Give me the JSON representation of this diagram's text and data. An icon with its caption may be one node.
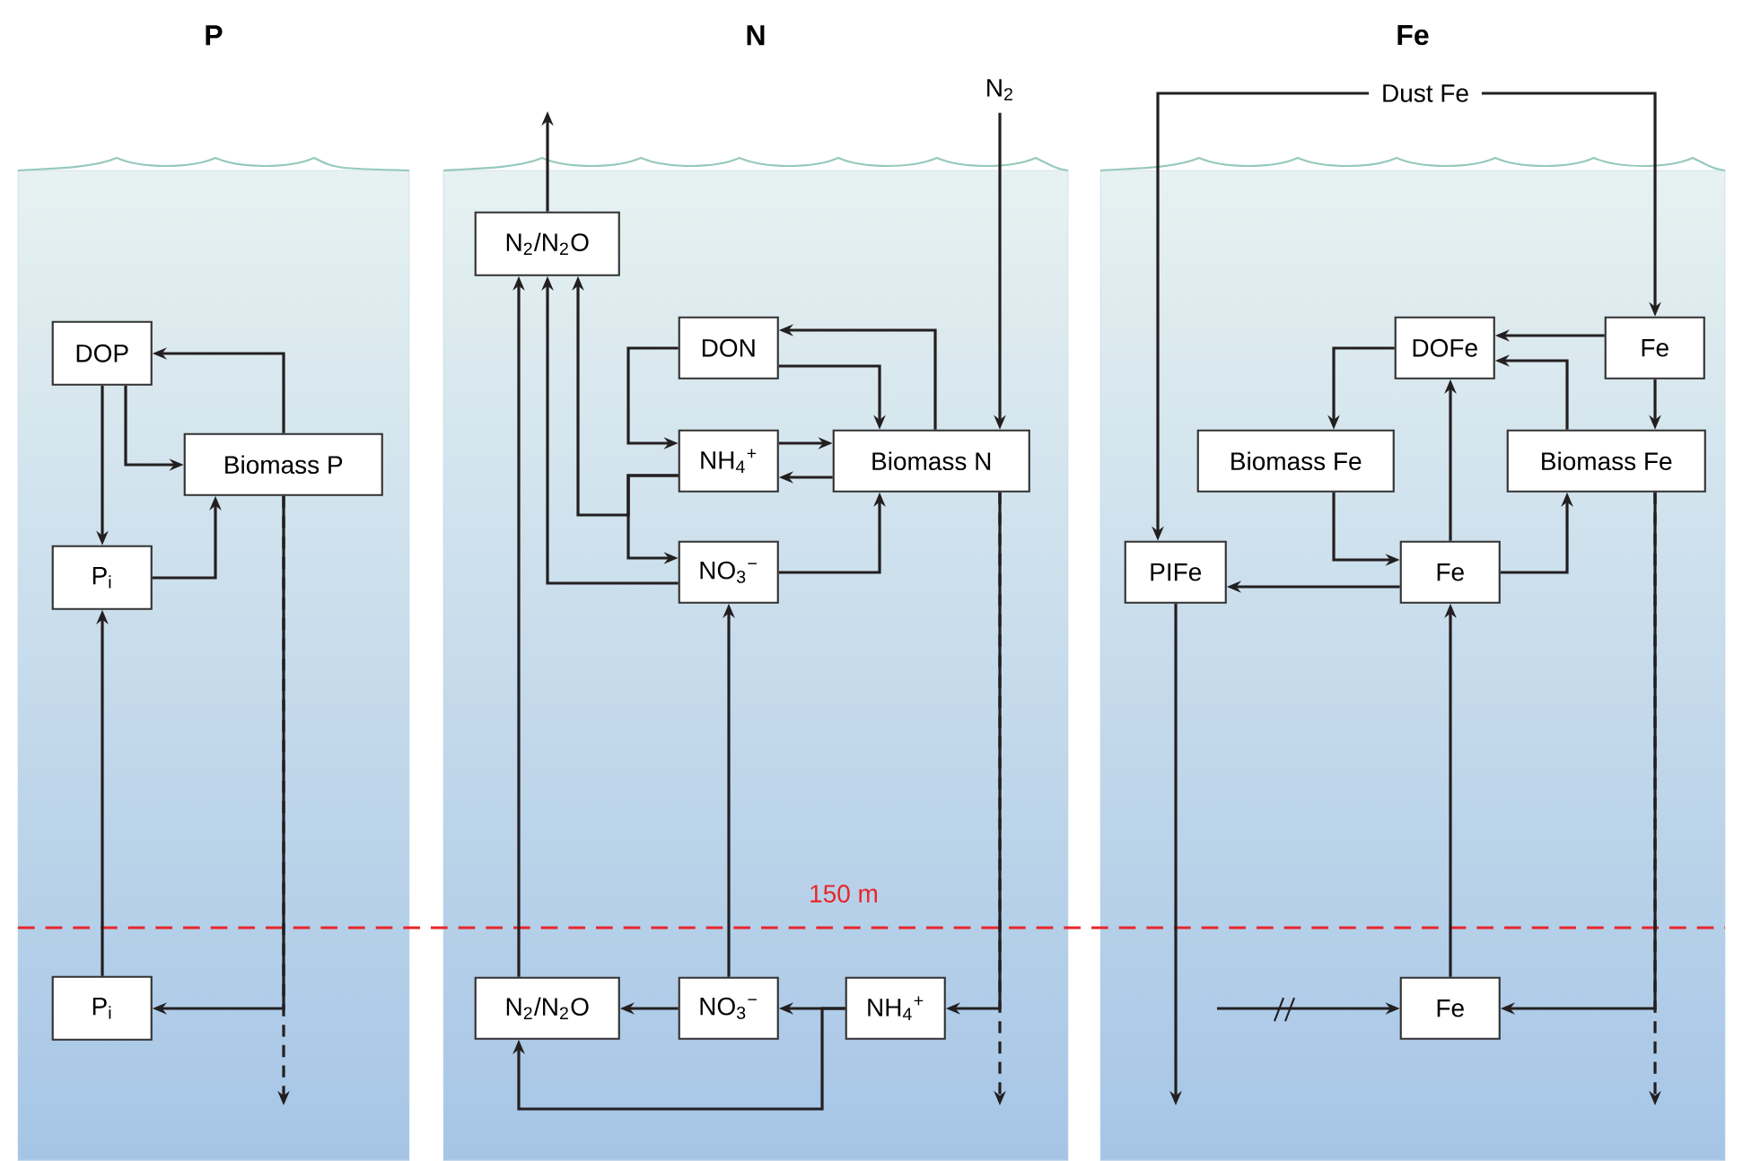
{
  "diagram": {
    "nodes": [
      {
        "text": [
          "P"
        ]
      },
      {
        "text": [
          "DOP"
        ],
        "in": 0
      },
      {
        "text": [
          "Biomass P"
        ],
        "in": 0
      },
      {
        "text": [
          "P$_{i}$"
        ],
        "in": 0
      },
      {
        "text": [
          "P$_{i}$"
        ],
        "in": 0
      },
      {
        "text": [
          "N"
        ]
      },
      {
        "text": [
          "N$_{2}$"
        ]
      },
      {
        "text": [
          "N$_{2}$/N$_{2}$O"
        ],
        "in": 5
      },
      {
        "text": [
          "DON"
        ],
        "in": 5
      },
      {
        "text": [
          "NH$_{4}$$^{+}$"
        ],
        "in": 5
      },
      {
        "text": [
          "Biomass N"
        ],
        "in": 5
      },
      {
        "text": [
          "NO$_{3}$$^{−}$"
        ],
        "in": 5
      },
      {
        "text": [
          "N$_{2}$/N$_{2}$O"
        ],
        "in": 5
      },
      {
        "text": [
          "NO$_{3}$$^{−}$"
        ],
        "in": 5
      },
      {
        "text": [
          "NH$_{4}$$^{+}$"
        ],
        "in": 5
      },
      {
        "text": [
          "Fe"
        ]
      },
      {
        "text": [
          "Dust Fe"
        ]
      },
      {
        "text": [
          "DOFe"
        ],
        "in": 15
      },
      {
        "text": [
          "Fe"
        ],
        "in": 15
      },
      {
        "text": [
          "Biomass Fe"
        ],
        "in": 15
      },
      {
        "text": [
          "Biomass Fe"
        ],
        "in": 15
      },
      {
        "text": [
          "PIFe"
        ],
        "in": 15
      },
      {
        "text": [
          "Fe"
        ],
        "in": 15
      },
      {
        "text": [
          "Fe"
        ],
        "in": 15
      }
    ],
    "edges": [
      {
        "from": 2,
        "to": 1,
        "arrow": "to"
      },
      {
        "from": 1,
        "to": 3,
        "arrow": "to"
      },
      {
        "from": 1,
        "to": 2,
        "arrow": "to"
      },
      {
        "from": 3,
        "to": 2,
        "arrow": "to"
      },
      {
        "from": 4,
        "to": 3,
        "arrow": "to"
      },
      {
        "from": 2,
        "to": 4,
        "arrow": "to"
      },
      {
        "from": 2,
        "to": null,
        "arrow": "to",
        "style": "dashed"
      },
      {
        "from": 7,
        "to": null,
        "arrow": "to"
      },
      {
        "from": 6,
        "to": 10,
        "arrow": "to"
      },
      {
        "from": 10,
        "to": 8,
        "arrow": "to"
      },
      {
        "from": 8,
        "to": 10,
        "arrow": "to"
      },
      {
        "from": 8,
        "to": 9,
        "arrow": "to"
      },
      {
        "from": 9,
        "to": 10,
        "arrow": "to"
      },
      {
        "from": 10,
        "to": 9,
        "arrow": "to"
      },
      {
        "from": 9,
        "to": 11,
        "arrow": "to"
      },
      {
        "from": 9,
        "to": 7,
        "arrow": "to"
      },
      {
        "from": 11,
        "to": 7,
        "arrow": "to"
      },
      {
        "from": 11,
        "to": 10,
        "arrow": "to"
      },
      {
        "from": 12,
        "to": 7,
        "arrow": "to"
      },
      {
        "from": 13,
        "to": 11,
        "arrow": "to"
      },
      {
        "from": 10,
        "to": 14,
        "arrow": "to"
      },
      {
        "from": 10,
        "to": null,
        "arrow": "to",
        "style": "dashed"
      },
      {
        "from": 14,
        "to": 13,
        "arrow": "to"
      },
      {
        "from": 13,
        "to": 12,
        "arrow": "to"
      },
      {
        "from": 14,
        "to": 12,
        "arrow": "to"
      },
      {
        "from": 16,
        "to": 21,
        "arrow": "to"
      },
      {
        "from": 16,
        "to": 18,
        "arrow": "to"
      },
      {
        "from": 18,
        "to": 17,
        "arrow": "to"
      },
      {
        "from": 18,
        "to": 20,
        "arrow": "to"
      },
      {
        "from": 20,
        "to": 17,
        "arrow": "to"
      },
      {
        "from": 17,
        "to": 19,
        "arrow": "to"
      },
      {
        "from": 19,
        "to": 22,
        "arrow": "to"
      },
      {
        "from": 22,
        "to": 17,
        "arrow": "to"
      },
      {
        "from": 22,
        "to": 20,
        "arrow": "to"
      },
      {
        "from": 22,
        "to": 21,
        "arrow": "to"
      },
      {
        "from": 21,
        "to": null,
        "arrow": "to"
      },
      {
        "from": 23,
        "to": 22,
        "arrow": "to"
      },
      {
        "from": 20,
        "to": 23,
        "arrow": "to"
      },
      {
        "from": 20,
        "to": null,
        "arrow": "to",
        "style": "dashed"
      },
      {
        "from": null,
        "to": 23,
        "arrow": "to"
      }
    ],
    "labels": [
      "150 m"
    ]
  }
}
